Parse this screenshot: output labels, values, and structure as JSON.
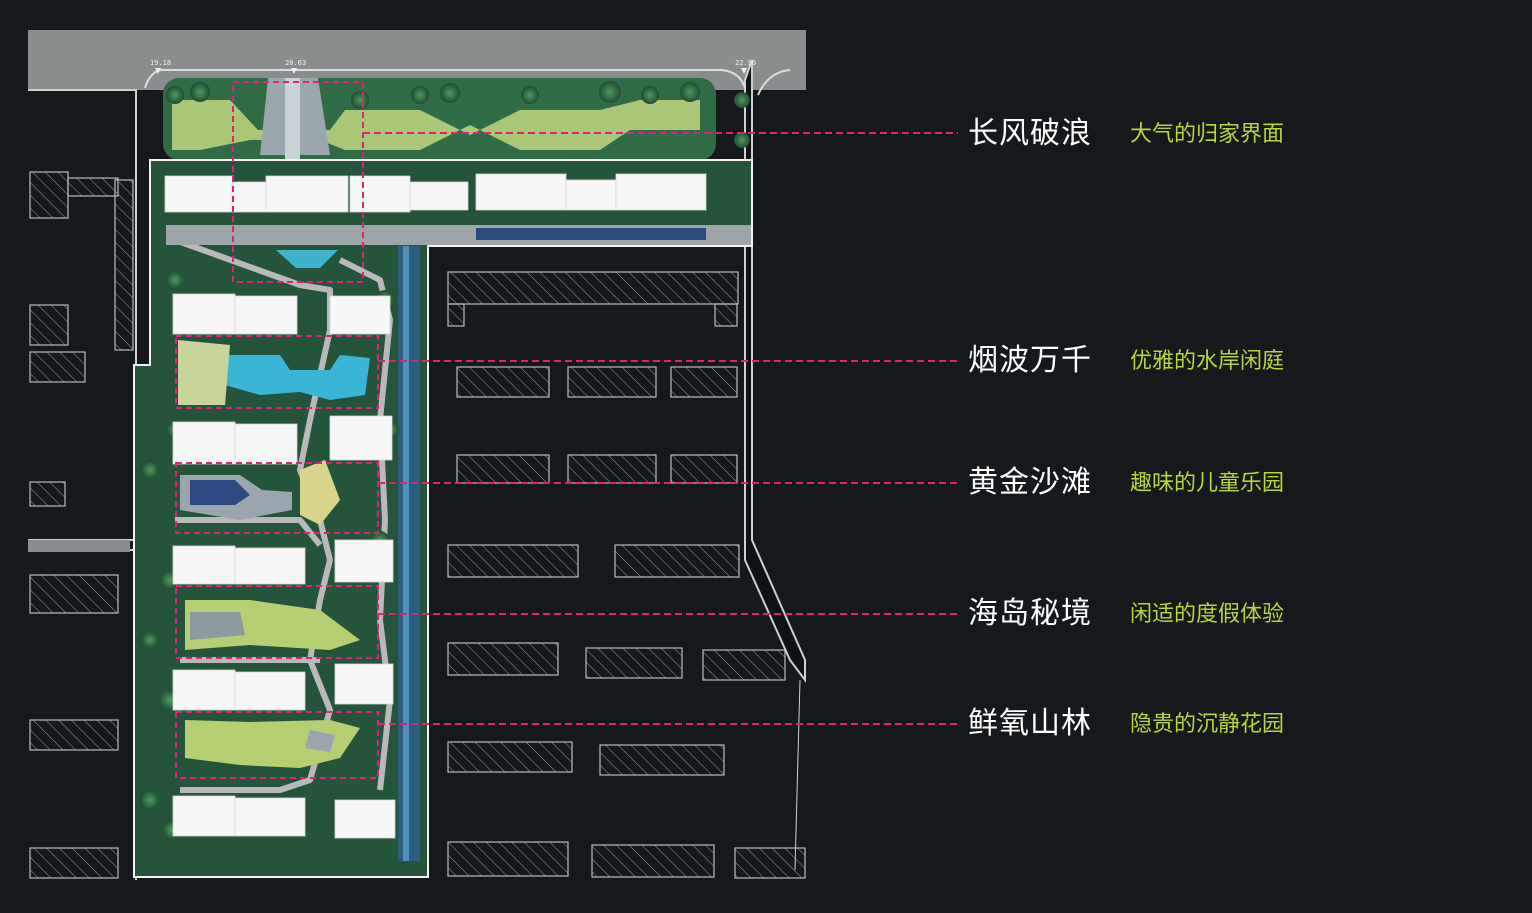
{
  "colors": {
    "background": "#15191c",
    "callout_line": "#e0217a",
    "title_text": "#ffffff",
    "subtitle_text": "#b7d63a",
    "road": "#8a8d8e",
    "greenery": "#2f6b45",
    "water": "#39b6d6"
  },
  "elevations": [
    "19.18",
    "20.63",
    "22.96"
  ],
  "zones": [
    {
      "title": "长风破浪",
      "subtitle": "大气的归家界面"
    },
    {
      "title": "烟波万千",
      "subtitle": "优雅的水岸闲庭"
    },
    {
      "title": "黄金沙滩",
      "subtitle": "趣味的儿童乐园"
    },
    {
      "title": "海岛秘境",
      "subtitle": "闲适的度假体验"
    },
    {
      "title": "鲜氧山林",
      "subtitle": "隐贵的沉静花园"
    }
  ]
}
